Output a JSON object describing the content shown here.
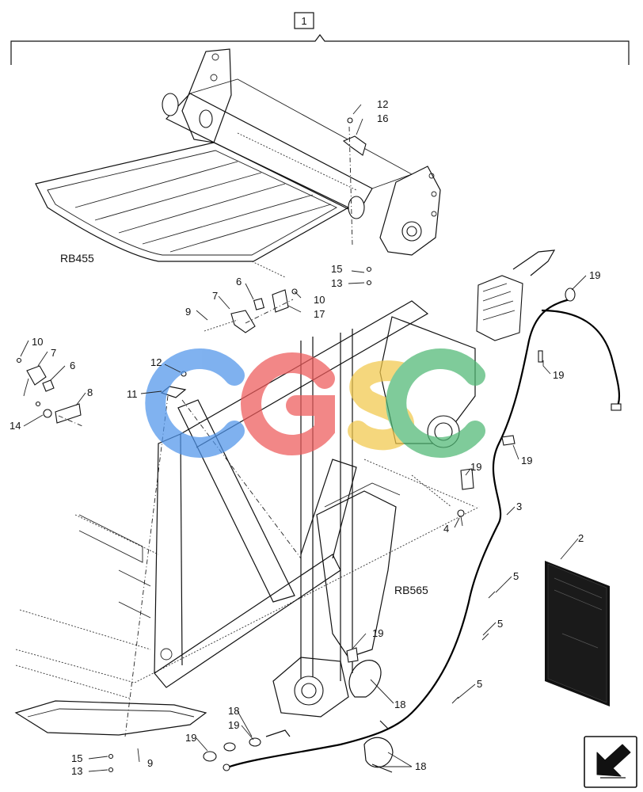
{
  "assembly": {
    "label": "1"
  },
  "models": {
    "top": "RB455",
    "bottom": "RB565"
  },
  "callouts": {
    "c2": "2",
    "c3": "3",
    "c4": "4",
    "c5": "5",
    "c6": "6",
    "c7": "7",
    "c8": "8",
    "c9": "9",
    "c10": "10",
    "c11": "11",
    "c12": "12",
    "c13": "13",
    "c14": "14",
    "c15": "15",
    "c16": "16",
    "c17": "17",
    "c18": "18",
    "c19": "19"
  },
  "watermark": {
    "letters": [
      "C",
      "G",
      "S",
      "C"
    ],
    "colors": [
      "#4f94ea",
      "#ee5a5a",
      "#f2c94c",
      "#4fb874"
    ]
  },
  "colors": {
    "ink": "#111111",
    "paper": "#ffffff"
  }
}
